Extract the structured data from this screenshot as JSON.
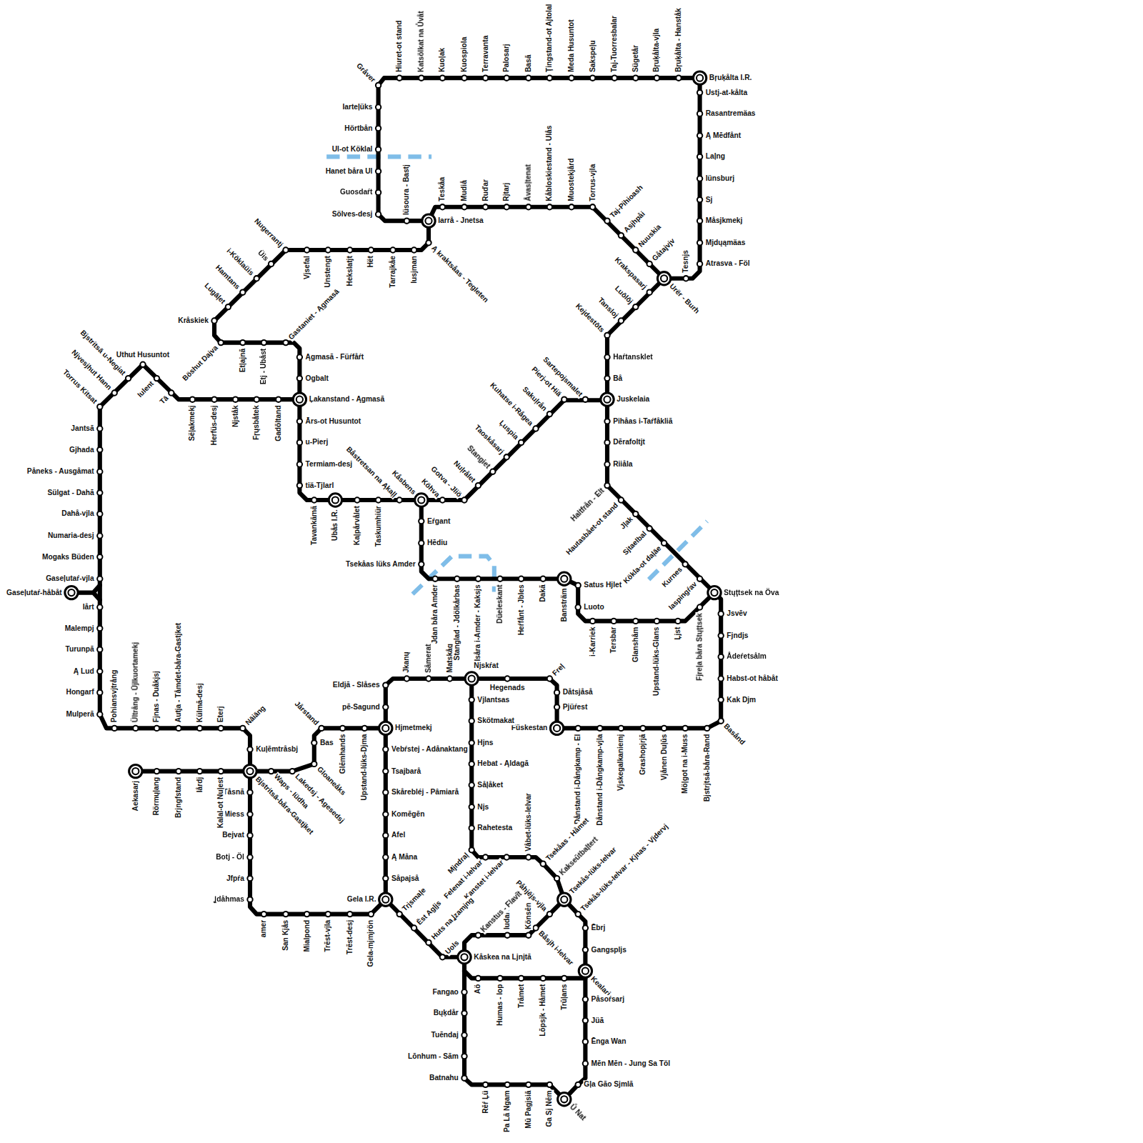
{
  "diagram": {
    "labels": [
      "Gråver",
      "Hiuret-ot stand",
      "Katsölkat na Ůvåt",
      "Kuoļak",
      "Kuospiola",
      "Terravanta",
      "Palosarj",
      "Basā",
      "Ţingstand-ot Ajtolal",
      "Meda Husuntot",
      "Sakspeļu",
      "Taj-Tuorresbalar",
      "Sügetår",
      "Bŗuķålta-vjla",
      "Bŗuķålta - Hanståk",
      "Bŗuķålta I.R.",
      "Ustj-at-kålta",
      "Rasantremäas",
      "Ą Mēdfånt",
      "Laļng",
      "Iünsburj",
      "Sj",
      "Måsjkmekj",
      "Mjdųąmäas",
      "Atrasva - Föl",
      "Tesnjs",
      "Urёr - Burh",
      "Iarteļüks",
      "Hörtbån",
      "Ul-ot Köklal",
      "Hanet båra Ul",
      "Guosdaŕt",
      "Sölves-desj",
      "Iüsoura - Bastj",
      "Iarrå - Jnetsa",
      "Teskåa",
      "Mudiå",
      "Ruďar",
      "Rjtarj",
      "Åvasļtenat",
      "Kåbloskiestand - Ulås",
      "Muostekjård",
      "Torrus-vjla",
      "Taj-Pihioash",
      "Asjhpåi",
      "Nuuskia",
      "Gåtajvjv",
      "Ą kraktsåas - Tegleten",
      "Iusjman",
      "Tarrajkåe",
      "Hёt",
      "Hekslatjt",
      "Unstengt",
      "Vjsefal",
      "Nugerrantj",
      "Üis",
      "i-Köklaüis",
      "Hamtans",
      "Lugāļet",
      "Kråskiek",
      "Böshut Dajva",
      "Etļajnā",
      "Etj - Ubåst",
      "Gastaniet - Ągmasā",
      "Ągmasā - Füŕfåŕt",
      "Ogbalt",
      "Ļakanstand - Ągmasā",
      "Ārs-ot Husuntot",
      "u-Pierj",
      "Termiam-desj",
      "tiä-Tjlarl",
      "Tavankāmā",
      "Ubås I.R.",
      "Kaļpårvålet",
      "Taskumhiür",
      "Båstretsan na Ąkaļļ",
      "Kåsbens",
      "Köhva",
      "Gotva - Jliö",
      "Nuļrålet",
      "Stangiet",
      "Taoskåsarj",
      "Ļuspia",
      "Kuhatse i-Rågea",
      "Sakuļrån",
      "Pierj-ot Hiä",
      "Sartepojsmalet",
      "Juskelaia",
      "Krakspasarj",
      "Luōlōj",
      "Tansloj",
      "Kejdestōts",
      "Haŕtansklet",
      "Bå",
      "Pihåas i-Taŕfåkliā",
      "Dērafoltjt",
      "Riiåla",
      "Haltfrån - Elt",
      "Hautasbået-ot stand",
      "Jļak",
      "Sjtaelbal",
      "Kökla-ot daļāe",
      "Kurnes",
      "Iaspingŕav",
      "Stųţtsek na Öva",
      "Jsvēv",
      "Fjndjs",
      "Ådeŕetsålm",
      "Habst-ot håbåt",
      "Kak Djm",
      "Basånd",
      "Gadōltand",
      "Fŗųsbåtek",
      "Njståk",
      "Herfüs-desj",
      "Sëļakmekj",
      "Tā",
      "Iulent",
      "Uthut Husuntot",
      "Bjstritsā u-Negiat",
      "Njvesjhut Hann",
      "Torrus Kitsat",
      "Jantsā",
      "Gjhada",
      "Påneks - Ausgåmat",
      "Sülgat - Dahā",
      "Dahå-vjla",
      "Numaria-desj",
      "Mogaks Büden",
      "Gaseļutaŕ-vjla",
      "Gaseļutaŕ-håbåt",
      "Iårt",
      "Malempj",
      "Turunpā",
      "Ą Lud",
      "Hongarf",
      "Mulperā",
      "Pohiansvjtrång",
      "Ültrång - Ūjlkuortamekj",
      "Fjnas - Duåkjsj",
      "Autja - Tåmdet-båra-Gastjket",
      "Külmā-desj",
      "Eterj",
      "Nāiāng",
      "Kuļēmtråsbj",
      "Bjstritsā-båra-Gastjket",
      "Tåsnā",
      "Miess",
      "Bejvat",
      "Botj - Öl",
      "Jfpŕa",
      "Ʝdåhmas",
      "amer",
      "San Kjås",
      "Mialpond",
      "Trēst-vjla",
      "Trēst-desj",
      "Gela-mjmjrön",
      "Aekasarj",
      "Rörmųļang",
      "Brjngfstand",
      "Iårdj",
      "Kalal-ot Nuļest",
      "Waps - Iüdha",
      "Lakedsj - Agesedsj",
      "Gloaneåks",
      "Bas",
      "Jårstand",
      "Glēmhands",
      "Upstand-lüks-Djma",
      "Hjmetmekj",
      "Eldjā - Slåses",
      "pē-Sagund",
      "Vebŕstej - Adånaktang",
      "Tsajbarå",
      "Skårebléj - Pâmiarå",
      "Komēgēn",
      "Afel",
      "Ą Måna",
      "Såpajså",
      "Gela I.R.",
      "Jkanų",
      "Såmerat",
      "Matskåg",
      "Njskŕat",
      "Hegenads",
      "Freļ",
      "Dåtsjåså",
      "Pjüŕest",
      "Füskestan",
      "Dånstand i-Dångkamp - El",
      "Dånstand i-Dångkamp-vjla",
      "Vjskegalkaniemj",
      "Grashopjrjā",
      "Vjånen Duļūs",
      "Möļgot na i-Muss",
      "Bjstrjtsā-båra-Rand",
      "Vjlantsas",
      "Skötmakat",
      "Hjns",
      "Hebat - Ąldagā",
      "Såļåket",
      "Njs",
      "Rahetesta",
      "Mjndraļ",
      "Felenat i-Ielvar",
      "Kanstet i-Ielvar",
      "Våbet-lüks-Ielvar",
      "Tsekåas - Håmet",
      "Kakseūtbaļtert",
      "Tsekås-lüks-Ielvar",
      "Tsekås-lüks-Ielvar - Kjnas - Vjdervj",
      "Ēbrj",
      "Gangspljs",
      "Kealarj",
      "Påsoŕsarj",
      "Jüā",
      "Ēnga Wan",
      "Mēn Mēn - Jung Sa Töl",
      "Gļa Gāo Sjmlā",
      "Ů Nat",
      "Påhjējs-vjla",
      "Båsjh i-Ielvar",
      "Könsēn",
      "Iudaŕol",
      "Kanstus - Flavīt",
      "Trjsmaļe",
      "Ēst Agļjs",
      "Huts na Ʝzamjng",
      "Uols",
      "Kåskea na Ljnjtā",
      "Aö",
      "Humas - Iop",
      "Trāmet",
      "Lōpsjk - Håmet",
      "Trūļans",
      "Fangao",
      "Bųķdår",
      "Tuēndaj",
      "Lōnhum - Sām",
      "Batnahu",
      "Rēŕ Ļü",
      "Pa Lā Ngam",
      "Mū Pagjsiā",
      "Ga Sj Nēm",
      "Jdan båra Amder",
      "Stanglad - Jdölkårbas",
      "Isåra i-Amder - Kaksjs",
      "Düeleskant",
      "Heŕfånt - Jbles",
      "Dakā",
      "Bansträm",
      "Satus Hjlet",
      "Luoto",
      "i-Karriek",
      "Tersbar",
      "Glanshåm",
      "Upstand-lüks-Glans",
      "Ļjst",
      "Fjreļa båra Stųţtsek",
      "Eŕgant",
      "Hēdiu",
      "Tsekåas lüks Amder"
    ]
  }
}
